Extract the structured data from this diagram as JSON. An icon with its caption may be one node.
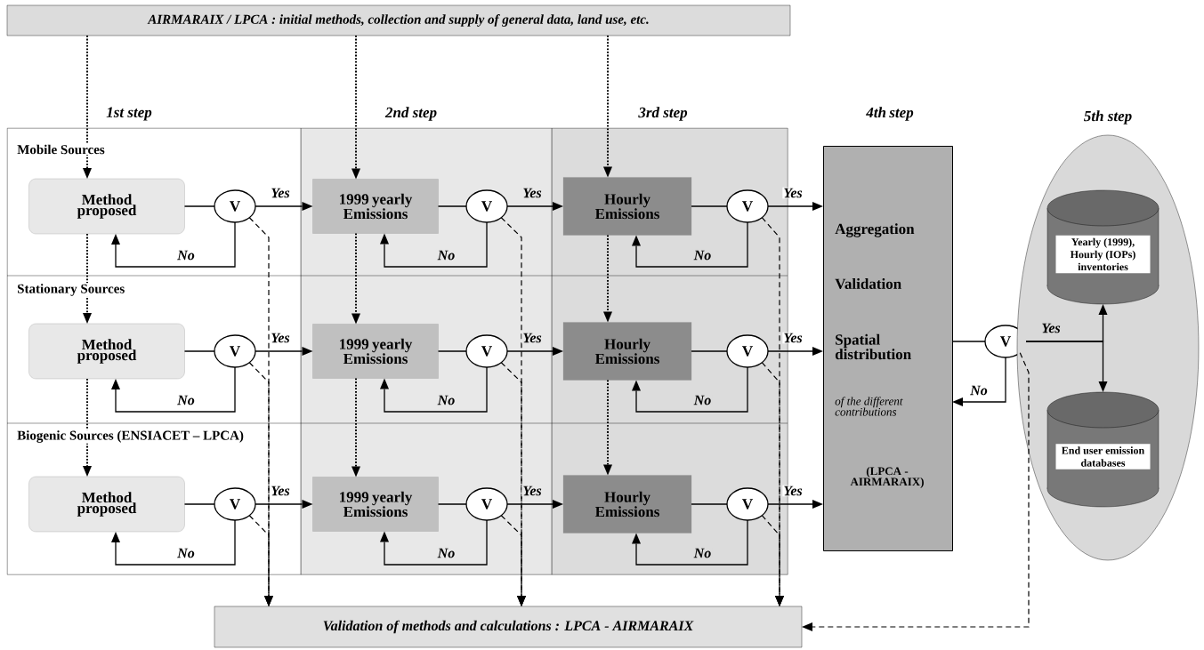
{
  "diagram": {
    "nodes": [
      {
        "text": [
          "AIRMARAIX / LPCA : initial methods, collection and supply of general data, land use, etc."
        ]
      },
      {
        "text": [
          "1st step"
        ]
      },
      {
        "text": [
          "2nd step"
        ]
      },
      {
        "text": [
          "3rd step"
        ]
      },
      {
        "text": [
          "Method proposed"
        ],
        "in": 1
      },
      {
        "text": [
          "V"
        ],
        "in": 1
      },
      {
        "text": [
          "1999 yearly Emissions"
        ],
        "in": 2
      },
      {
        "text": [
          "V"
        ],
        "in": 2
      },
      {
        "text": [
          "Hourly Emissions"
        ],
        "in": 3
      },
      {
        "text": [
          "V"
        ],
        "in": 3
      },
      {
        "text": [
          "Method proposed"
        ],
        "in": 1
      },
      {
        "text": [
          "V"
        ],
        "in": 1
      },
      {
        "text": [
          "1999 yearly Emissions"
        ],
        "in": 2
      },
      {
        "text": [
          "V"
        ],
        "in": 2
      },
      {
        "text": [
          "Hourly Emissions"
        ],
        "in": 3
      },
      {
        "text": [
          "V"
        ],
        "in": 3
      },
      {
        "text": [
          "Method proposed"
        ],
        "in": 1
      },
      {
        "text": [
          "V"
        ],
        "in": 1
      },
      {
        "text": [
          "1999 yearly Emissions"
        ],
        "in": 2
      },
      {
        "text": [
          "V"
        ],
        "in": 2
      },
      {
        "text": [
          "Hourly Emissions"
        ],
        "in": 3
      },
      {
        "text": [
          "V"
        ],
        "in": 3
      },
      {
        "text": [
          "4th step",
          "Aggregation",
          "Validation",
          "Spatial distribution",
          "of the different contributions",
          "(LPCA - AIRMARAIX)"
        ]
      },
      {
        "text": [
          "V"
        ]
      },
      {
        "text": [
          "5th step"
        ]
      },
      {
        "text": [
          "Yearly (1999), Hourly (IOPs) inventories"
        ],
        "in": 24
      },
      {
        "text": [
          "End user emission databases"
        ],
        "in": 24
      },
      {
        "text": [
          "Validation of methods and calculations : LPCA - AIRMARAIX"
        ]
      }
    ],
    "edges": [
      {
        "from": 0,
        "to": 4,
        "arrow": "to",
        "style": "dashed"
      },
      {
        "from": 0,
        "to": 6,
        "arrow": "to",
        "style": "dashed"
      },
      {
        "from": 0,
        "to": 8,
        "arrow": "to",
        "style": "dashed"
      },
      {
        "from": 4,
        "to": 10,
        "arrow": "to",
        "style": "dashed"
      },
      {
        "from": 10,
        "to": 16,
        "arrow": "to",
        "style": "dashed"
      },
      {
        "from": 6,
        "to": 12,
        "arrow": "to",
        "style": "dashed"
      },
      {
        "from": 12,
        "to": 18,
        "arrow": "to",
        "style": "dashed"
      },
      {
        "from": 8,
        "to": 14,
        "arrow": "to",
        "style": "dashed"
      },
      {
        "from": 14,
        "to": 20,
        "arrow": "to",
        "style": "dashed"
      },
      {
        "from": 4,
        "to": 5,
        "arrow": "none"
      },
      {
        "from": 5,
        "to": 6,
        "arrow": "to",
        "label": "Yes"
      },
      {
        "from": 5,
        "to": 4,
        "arrow": "to",
        "label": "No"
      },
      {
        "from": 6,
        "to": 7,
        "arrow": "none"
      },
      {
        "from": 7,
        "to": 8,
        "arrow": "to",
        "label": "Yes"
      },
      {
        "from": 7,
        "to": 6,
        "arrow": "to",
        "label": "No"
      },
      {
        "from": 8,
        "to": 9,
        "arrow": "none"
      },
      {
        "from": 9,
        "to": 22,
        "arrow": "to",
        "label": "Yes"
      },
      {
        "from": 9,
        "to": 8,
        "arrow": "to",
        "label": "No"
      },
      {
        "from": 10,
        "to": 11,
        "arrow": "none"
      },
      {
        "from": 11,
        "to": 12,
        "arrow": "to",
        "label": "Yes"
      },
      {
        "from": 11,
        "to": 10,
        "arrow": "to",
        "label": "No"
      },
      {
        "from": 12,
        "to": 13,
        "arrow": "none"
      },
      {
        "from": 13,
        "to": 14,
        "arrow": "to",
        "label": "Yes"
      },
      {
        "from": 13,
        "to": 12,
        "arrow": "to",
        "label": "No"
      },
      {
        "from": 14,
        "to": 15,
        "arrow": "none"
      },
      {
        "from": 15,
        "to": 22,
        "arrow": "to",
        "label": "Yes"
      },
      {
        "from": 15,
        "to": 14,
        "arrow": "to",
        "label": "No"
      },
      {
        "from": 16,
        "to": 17,
        "arrow": "none"
      },
      {
        "from": 17,
        "to": 18,
        "arrow": "to",
        "label": "Yes"
      },
      {
        "from": 17,
        "to": 16,
        "arrow": "to",
        "label": "No"
      },
      {
        "from": 18,
        "to": 19,
        "arrow": "none"
      },
      {
        "from": 19,
        "to": 20,
        "arrow": "to",
        "label": "Yes"
      },
      {
        "from": 19,
        "to": 18,
        "arrow": "to",
        "label": "No"
      },
      {
        "from": 20,
        "to": 21,
        "arrow": "none"
      },
      {
        "from": 21,
        "to": 22,
        "arrow": "to",
        "label": "Yes"
      },
      {
        "from": 21,
        "to": 20,
        "arrow": "to",
        "label": "No"
      },
      {
        "from": 5,
        "to": 27,
        "arrow": "to",
        "style": "dashed"
      },
      {
        "from": 11,
        "to": 27,
        "arrow": "to",
        "style": "dashed"
      },
      {
        "from": 17,
        "to": 27,
        "arrow": "to",
        "style": "dashed"
      },
      {
        "from": 7,
        "to": 27,
        "arrow": "to",
        "style": "dashed"
      },
      {
        "from": 13,
        "to": 27,
        "arrow": "to",
        "style": "dashed"
      },
      {
        "from": 19,
        "to": 27,
        "arrow": "to",
        "style": "dashed"
      },
      {
        "from": 9,
        "to": 27,
        "arrow": "to",
        "style": "dashed"
      },
      {
        "from": 15,
        "to": 27,
        "arrow": "to",
        "style": "dashed"
      },
      {
        "from": 21,
        "to": 27,
        "arrow": "to",
        "style": "dashed"
      },
      {
        "from": 22,
        "to": 23,
        "arrow": "none"
      },
      {
        "from": 23,
        "to": 25,
        "arrow": "to",
        "label": "Yes"
      },
      {
        "from": 23,
        "to": 26,
        "arrow": "to"
      },
      {
        "from": 23,
        "to": 22,
        "arrow": "to",
        "label": "No"
      },
      {
        "from": 23,
        "to": 27,
        "arrow": "to",
        "style": "dashed"
      }
    ],
    "labels": [
      "Mobile Sources",
      "Stationary Sources",
      "Biogenic Sources (ENSIACET – LPCA)"
    ]
  }
}
